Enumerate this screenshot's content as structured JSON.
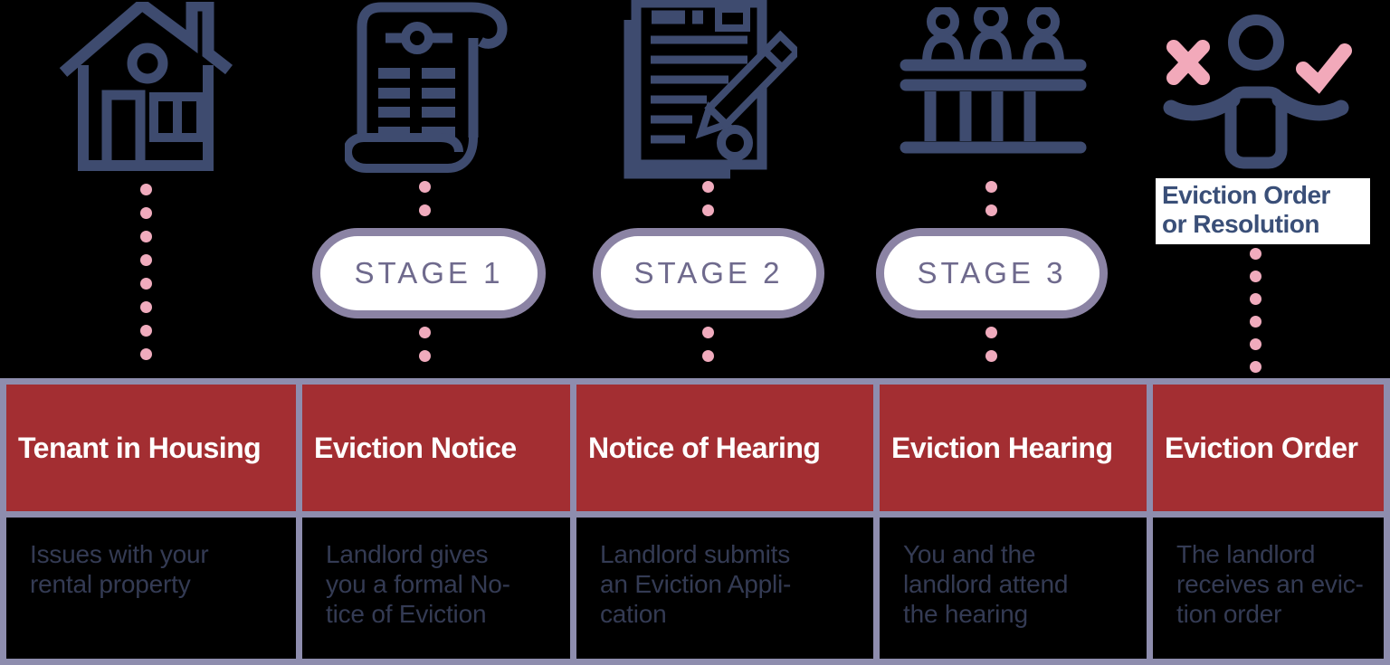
{
  "title": "Eviction Process Stages Diagram",
  "colors": {
    "background": "#000000",
    "icon_navy": "#3E4B6F",
    "dot_pink": "#F0ABBD",
    "mark_pink": "#F2A9BA",
    "band_red": "#A32E32",
    "grid_border": "#8E8DAE",
    "pill_border": "#8B83A4",
    "pill_text": "#6F6A8D",
    "pill_bg": "#FFFFFF",
    "header_text": "#FFFFFF",
    "body_text": "#343B54",
    "annotation_text": "#3A4F78",
    "annotation_bg": "#FFFFFF"
  },
  "stages": [
    {
      "icon": "house-icon",
      "header": "Tenant in Housing",
      "description": "Issues with your\nrental property"
    },
    {
      "icon": "eviction-notice-scroll-icon",
      "stage_label": "STAGE 1",
      "header": "Eviction Notice",
      "description": "Landlord gives\nyou a formal No-\ntice of Eviction"
    },
    {
      "icon": "application-document-pencil-icon",
      "stage_label": "STAGE 2",
      "header": "Notice of Hearing",
      "description": "Landlord submits\nan Eviction Appli-\ncation"
    },
    {
      "icon": "jury-box-icon",
      "stage_label": "STAGE 3",
      "header": "Eviction Hearing",
      "description": "You and the\nlandlord attend\nthe hearing"
    },
    {
      "icon": "person-decision-icon",
      "annotation": "Eviction Order\nor Resolution",
      "header": "Eviction Order",
      "description": "The landlord\nreceives an evic-\ntion order"
    }
  ]
}
